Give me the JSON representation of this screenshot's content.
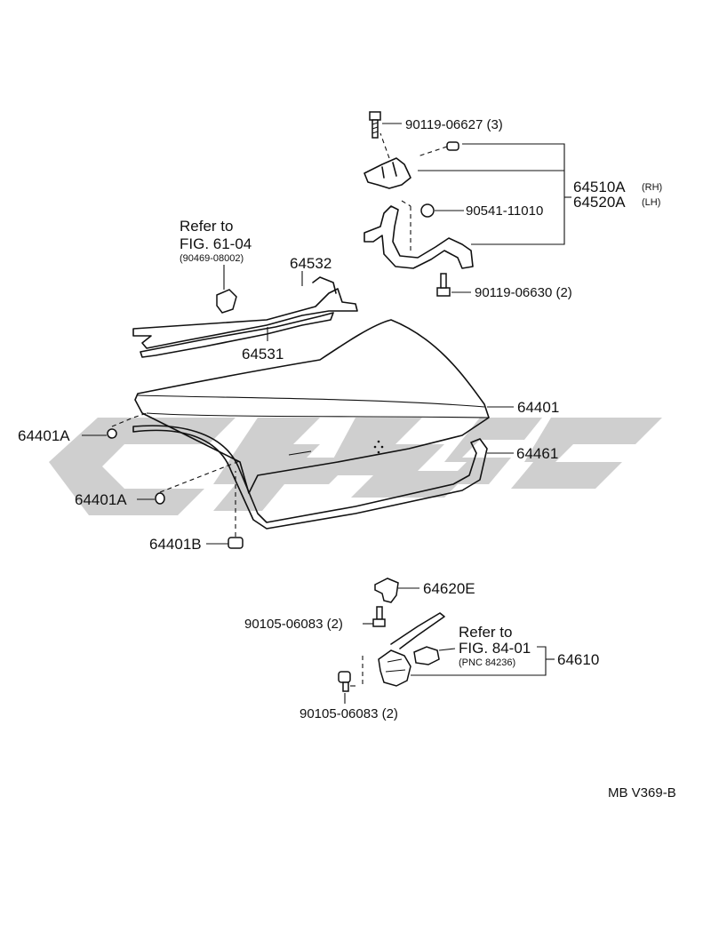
{
  "watermark": {
    "color": "#cfcfcf"
  },
  "labels": {
    "bolt_top": "90119-06627 (3)",
    "hinge_rh": "64510A",
    "hinge_rh_side": "(RH)",
    "hinge_lh": "64520A",
    "hinge_lh_side": "(LH)",
    "grommet": "90541-11010",
    "bolt_hinge": "90119-06630 (2)",
    "refer_top_1": "Refer to",
    "refer_top_2": "FIG. 61-04",
    "refer_top_3": "(90469-08002)",
    "torsion_bar_upper": "64532",
    "torsion_bar_lower": "64531",
    "lid": "64401",
    "cushion_left": "64401A",
    "cushion_mid": "64401A",
    "weatherstrip": "64461",
    "cushion_bottom": "64401B",
    "striker": "64620E",
    "bolt_striker": "90105-06083 (2)",
    "refer_bot_1": "Refer to",
    "refer_bot_2": "FIG. 84-01",
    "refer_bot_3": "(PNC 84236)",
    "lock": "64610",
    "bolt_lock": "90105-06083 (2)",
    "figure_code": "MB V369-B"
  }
}
